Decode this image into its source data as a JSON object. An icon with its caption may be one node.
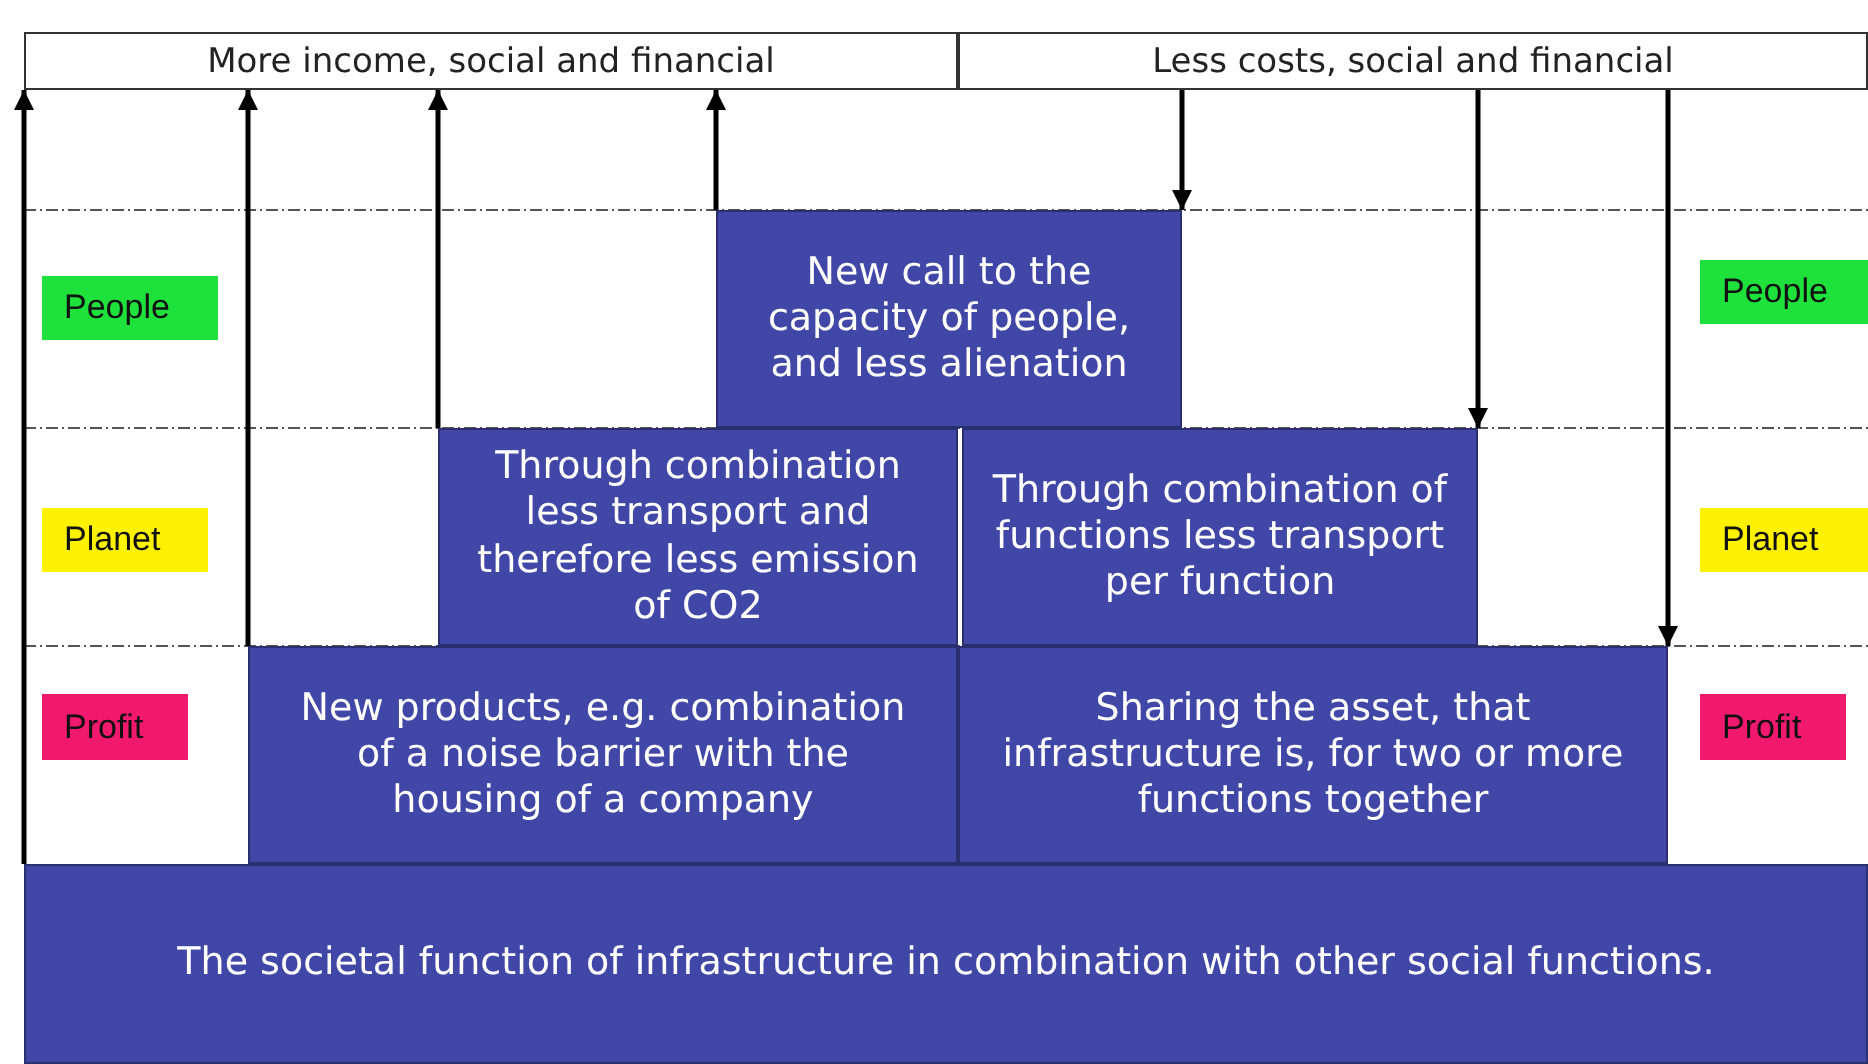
{
  "diagram": {
    "nodes": [
      {
        "text": [
          "More income, social and financial"
        ]
      },
      {
        "text": [
          "Less costs, social and financial"
        ]
      },
      {
        "text": [
          "The societal function of infrastructure in combination with other social functions."
        ]
      },
      {
        "text": [
          "New products, e.g. combination of a noise barrier with the housing of a company"
        ]
      },
      {
        "text": [
          "Sharing the asset, that infrastructure is, for two or more functions together"
        ]
      },
      {
        "text": [
          "Through combination less transport and therefore less emission of CO2"
        ]
      },
      {
        "text": [
          "Through combination of functions less transport per function"
        ]
      },
      {
        "text": [
          "New call to the capacity of people, and less alienation"
        ]
      },
      {
        "text": [
          "People"
        ]
      },
      {
        "text": [
          "Planet"
        ]
      },
      {
        "text": [
          "Profit"
        ]
      },
      {
        "text": [
          "People"
        ]
      },
      {
        "text": [
          "Planet"
        ]
      },
      {
        "text": [
          "Profit"
        ]
      }
    ],
    "edges": [
      {
        "from": 2,
        "to": 0,
        "arrow": "to"
      },
      {
        "from": 3,
        "to": 0,
        "arrow": "to"
      },
      {
        "from": 5,
        "to": 0,
        "arrow": "to"
      },
      {
        "from": 7,
        "to": 0,
        "arrow": "to"
      },
      {
        "from": 1,
        "to": 7,
        "arrow": "to"
      },
      {
        "from": 1,
        "to": 6,
        "arrow": "to"
      },
      {
        "from": 1,
        "to": 4,
        "arrow": "to"
      }
    ]
  }
}
